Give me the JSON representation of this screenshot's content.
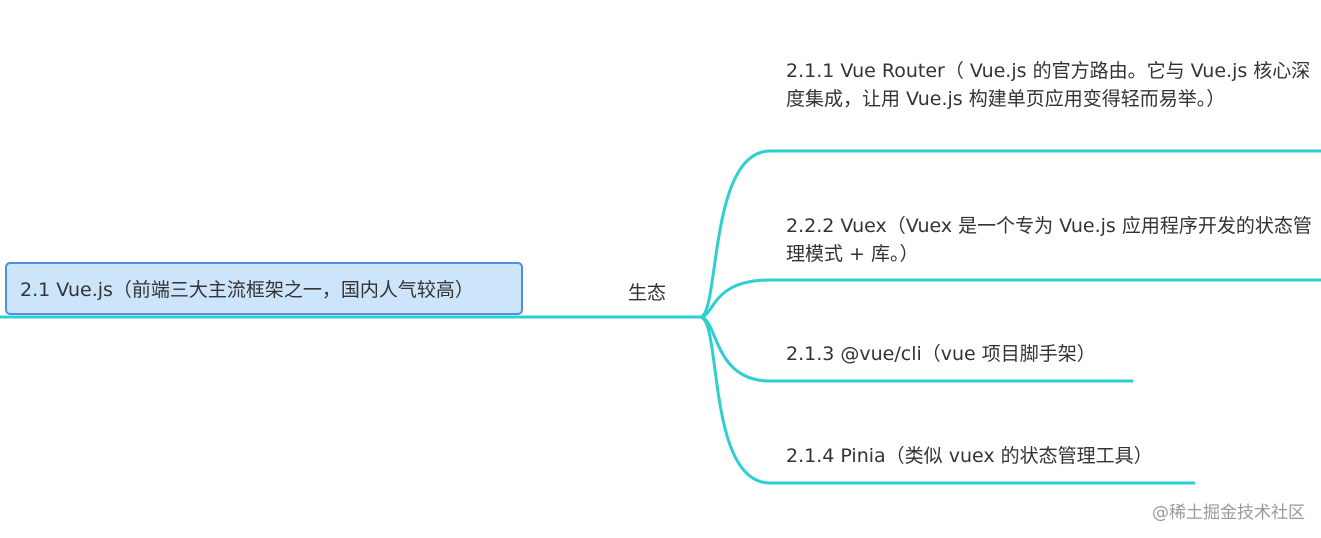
{
  "root": {
    "label": "2.1 Vue.js（前端三大主流框架之一，国内人气较高）"
  },
  "branch": {
    "label": "生态"
  },
  "leaves": [
    {
      "label": "2.1.1 Vue Router（ Vue.js 的官方路由。它与 Vue.js 核心深度集成，让用 Vue.js 构建单页应用变得轻而易举。）"
    },
    {
      "label": "2.2.2 Vuex（Vuex 是一个专为 Vue.js 应用程序开发的状态管理模式 + 库。）"
    },
    {
      "label": "2.1.3 @vue/cli（vue 项目脚手架）"
    },
    {
      "label": "2.1.4 Pinia（类似 vuex 的状态管理工具）"
    }
  ],
  "watermark": "@稀土掘金技术社区",
  "colors": {
    "connector": "#2ecfcf",
    "root_fill": "#cce5fb",
    "root_border": "#4d8fe0",
    "text": "#333333"
  }
}
